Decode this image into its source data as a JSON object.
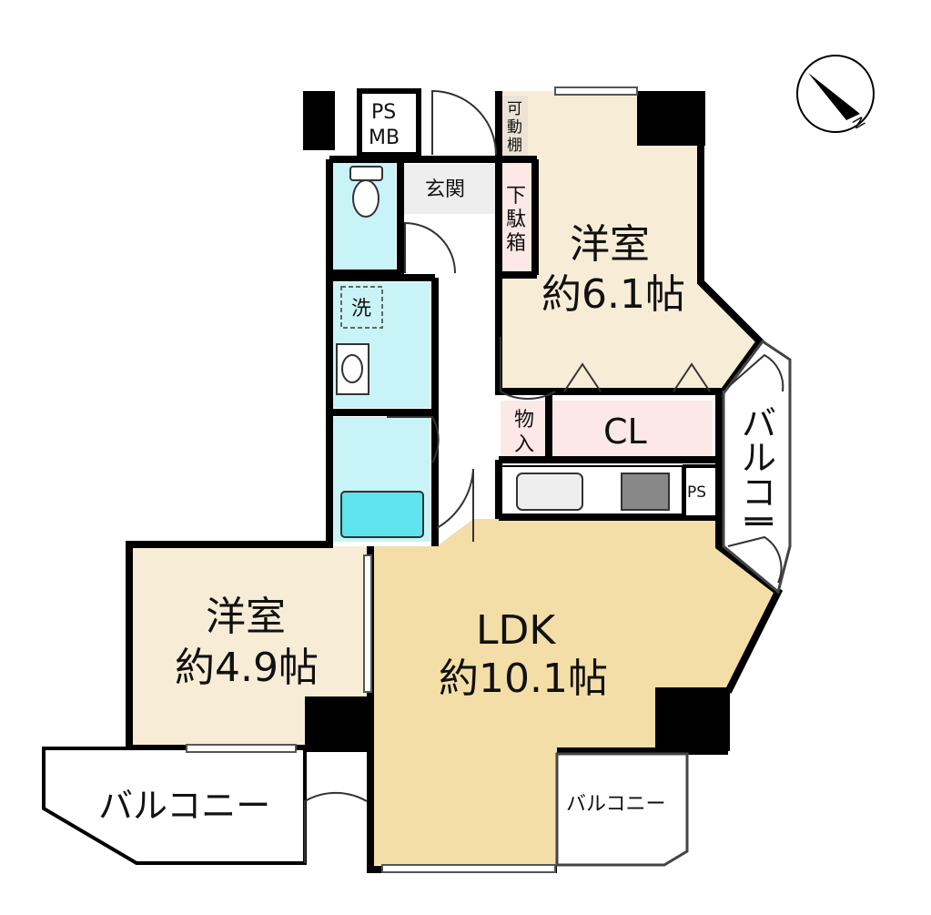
{
  "rooms": {
    "western1": {
      "name": "洋室",
      "size": "約6.1帖"
    },
    "western2": {
      "name": "洋室",
      "size": "約4.9帖"
    },
    "ldk": {
      "name": "LDK",
      "size": "約10.1帖"
    },
    "closet": "CL",
    "storage": [
      "物",
      "入"
    ],
    "entrance": "玄関",
    "shoe_box": [
      "下",
      "駄",
      "箱"
    ],
    "movable_shelf": [
      "可",
      "動",
      "棚"
    ],
    "laundry": "洗",
    "ps_mb": [
      "PS",
      "MB"
    ],
    "ps": "PS"
  },
  "balconies": {
    "bottom_left": "バルコニー",
    "bottom_right": "バルコニー",
    "right": [
      "バ",
      "ル",
      "コ",
      "ニ",
      "ー"
    ]
  },
  "compass": {
    "label": "N"
  },
  "colors": {
    "wall": "#000000",
    "western_room": "#f7ecd6",
    "ldk": "#f3dea8",
    "wet_area": "#c9f4f7",
    "bathtub": "#5fe3ec",
    "closet": "#fde8e8",
    "hall": "#ffffff"
  }
}
